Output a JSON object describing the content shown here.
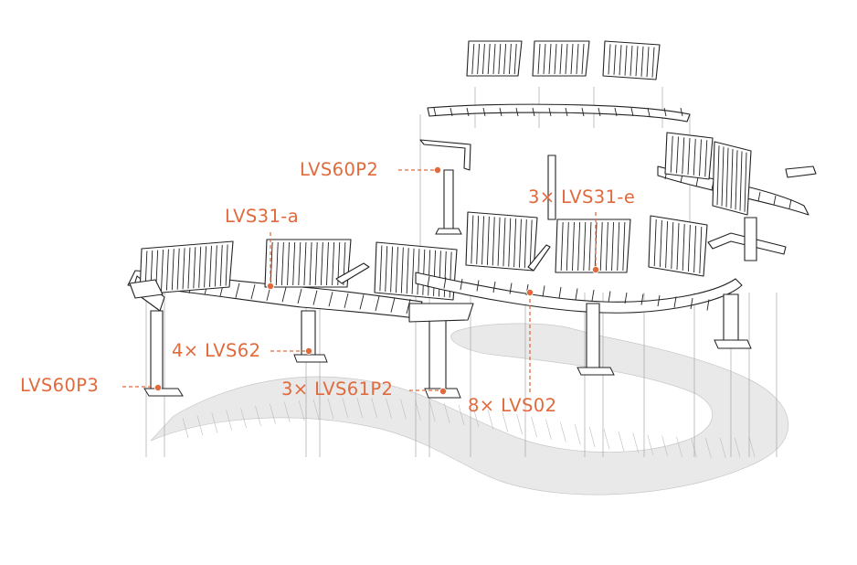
{
  "labels": {
    "lvs60p2": "LVS60P2",
    "lvs31a": "LVS31-a",
    "lvs31e": "3× LVS31-e",
    "lvs62": "4× LVS62",
    "lvs60p3": "LVS60P3",
    "lvs61p2": "3× LVS61P2",
    "lvs02": "8× LVS02"
  },
  "colors": {
    "accent": "#e06a3c",
    "line": "#222222",
    "shadow": "#e9e9e9"
  }
}
